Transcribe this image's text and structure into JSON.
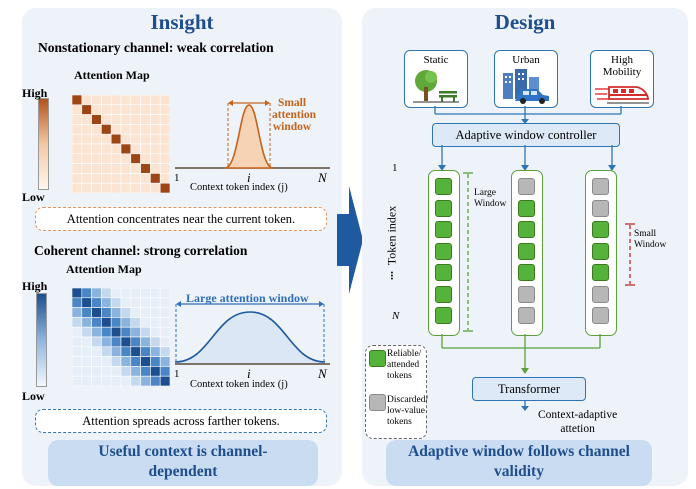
{
  "insight": {
    "title": "Insight",
    "nonstationary_heading": "Nonstationary channel: weak correlation",
    "attention_map_label": "Attention Map",
    "high": "High",
    "low": "Low",
    "small_window_label_l1": "Small",
    "small_window_label_l2": "attention",
    "small_window_label_l3": "window",
    "axis_start": "1",
    "axis_i": "i",
    "axis_end": "N",
    "axis_caption": "Context token index (j)",
    "note1": "Attention concentrates near the current token.",
    "coherent_heading": "Coherent channel: strong correlation",
    "attention_map_label2": "Attention Map",
    "high2": "High",
    "low2": "Low",
    "large_window_label": "Large attention window",
    "axis_start2": "1",
    "axis_i2": "i",
    "axis_end2": "N",
    "axis_caption2": "Context token index (j)",
    "note2": "Attention spreads across farther tokens.",
    "bottom_l1": "Useful context is channel-",
    "bottom_l2": "dependent",
    "colors": {
      "orange": "#c5631a",
      "blue": "#1f5a9e",
      "accent": "#1f4e8c"
    }
  },
  "design": {
    "title": "Design",
    "scenarios": [
      {
        "label": "Static",
        "icon": "tree-bench-icon"
      },
      {
        "label": "Urban",
        "icon": "city-car-icon"
      },
      {
        "label_l1": "High",
        "label_l2": "Mobility",
        "icon": "high-speed-train-icon"
      }
    ],
    "controller": "Adaptive window controller",
    "token_index_label": "Token index",
    "tok_first": "1",
    "tok_dots": "...",
    "tok_last": "N",
    "large_window_l1": "Large",
    "large_window_l2": "Window",
    "small_window_l1": "Small",
    "small_window_l2": "Window",
    "columns": [
      [
        "g",
        "g",
        "g",
        "g",
        "g",
        "g",
        "g"
      ],
      [
        "x",
        "g",
        "g",
        "g",
        "g",
        "x",
        "x"
      ],
      [
        "x",
        "x",
        "g",
        "g",
        "g",
        "x",
        "x"
      ]
    ],
    "legend_reliable_l1": "Reliable/",
    "legend_reliable_l2": "attended",
    "legend_reliable_l3": "tokens",
    "legend_discarded_l1": "Discarded/",
    "legend_discarded_l2": "low-value",
    "legend_discarded_l3": "tokens",
    "transformer": "Transformer",
    "output_l1": "Context-adaptive",
    "output_l2": "attetion",
    "bottom_l1": "Adaptive window follows channel",
    "bottom_l2": "validity"
  }
}
